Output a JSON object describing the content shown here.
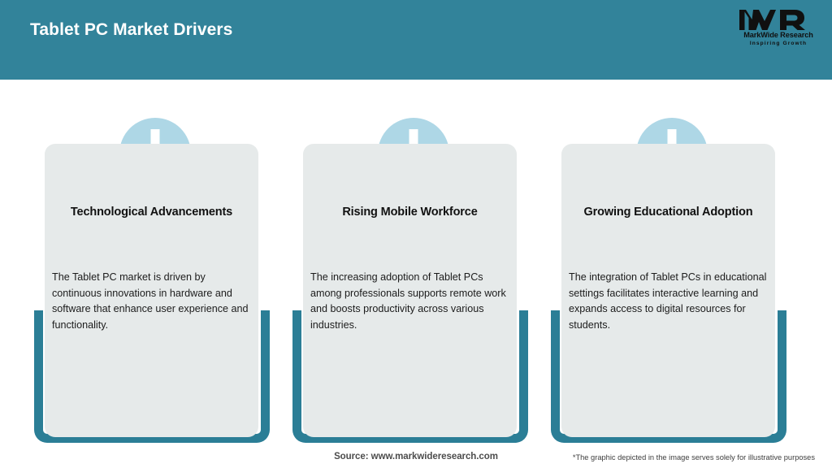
{
  "header": {
    "title": "Tablet PC Market Drivers",
    "background_color": "#32839a",
    "title_color": "#ffffff"
  },
  "logo": {
    "mark": "MWR",
    "name": "MarkWide Research",
    "tagline": "Inspiring Growth",
    "color": "#101010"
  },
  "theme": {
    "teal": "#2b7e96",
    "panel_gray": "#e6eaea",
    "circle_blue": "#aed7e6",
    "arrow_white": "#ffffff"
  },
  "cards": [
    {
      "icon": "arrow-down-icon",
      "title": "Technological Advancements",
      "body": "The Tablet PC market is driven by continuous innovations in hardware and software that enhance user experience and functionality."
    },
    {
      "icon": "arrow-down-icon",
      "title": "Rising Mobile Workforce",
      "body": "The increasing adoption of Tablet PCs among professionals supports remote work and boosts productivity across various industries."
    },
    {
      "icon": "arrow-down-icon",
      "title": "Growing Educational Adoption",
      "body": "The integration of Tablet PCs in educational settings facilitates interactive learning and expands access to digital resources for students."
    }
  ],
  "footer": {
    "source": "Source: www.markwideresearch.com",
    "disclaimer": "*The graphic depicted in the image serves solely for illustrative purposes"
  }
}
